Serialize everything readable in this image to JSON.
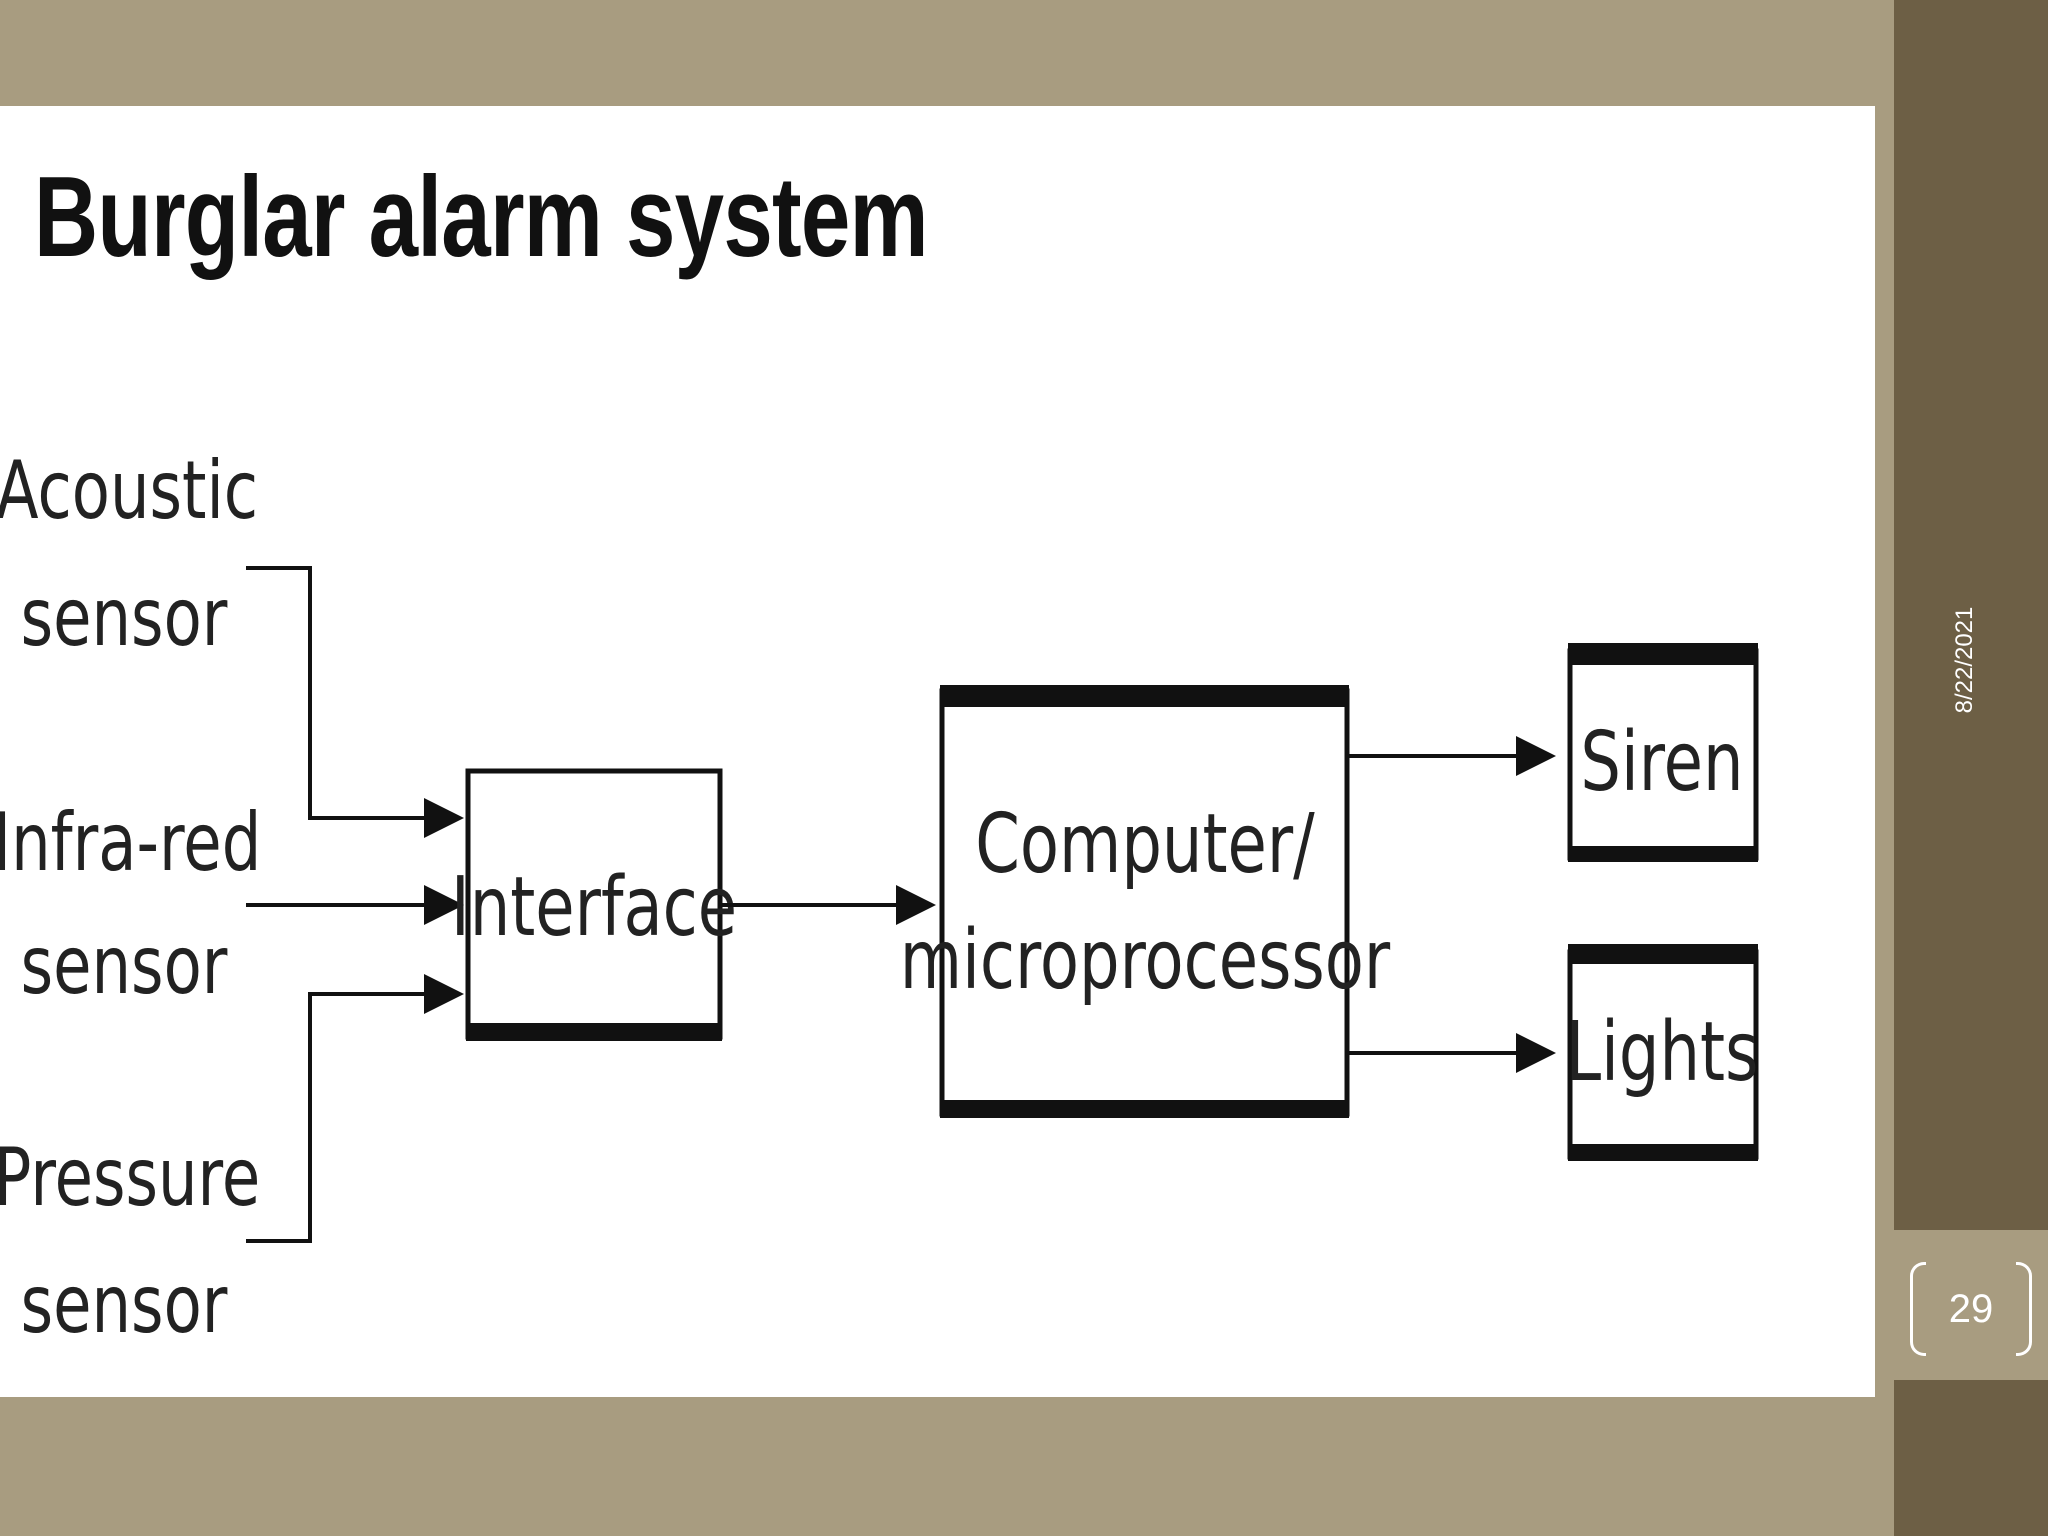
{
  "slide": {
    "title": "Burglar alarm system",
    "date": "8/22/2021",
    "page_number": "29"
  },
  "diagram": {
    "sensors": [
      {
        "line1": "Acoustic",
        "line2": "sensor"
      },
      {
        "line1": "Infra-red",
        "line2": "sensor"
      },
      {
        "line1": "Pressure",
        "line2": "sensor"
      }
    ],
    "interface": "Interface",
    "computer": {
      "line1": "Computer/",
      "line2": "microprocessor"
    },
    "outputs": {
      "siren": "Siren",
      "lights": "Lights"
    }
  }
}
